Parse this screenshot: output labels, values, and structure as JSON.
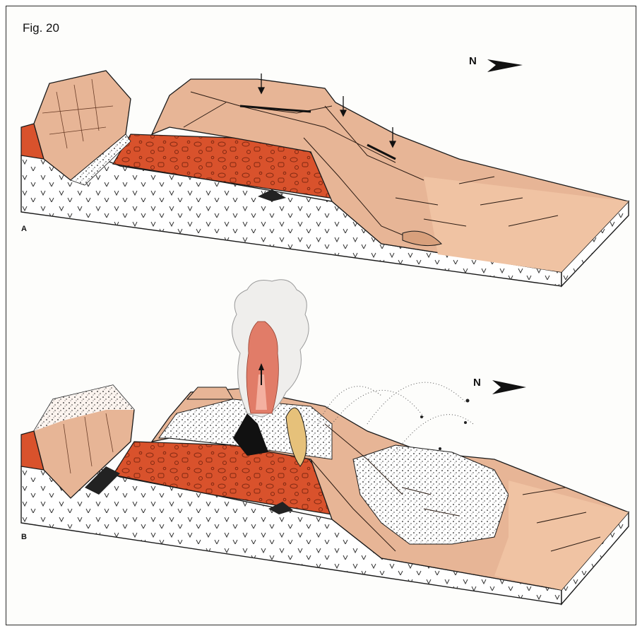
{
  "figure": {
    "title": "Fig. 20",
    "panel_a": {
      "label": "A",
      "north": "N"
    },
    "panel_b": {
      "label": "B",
      "north": "N"
    }
  },
  "colors": {
    "frame": "#2a2a2a",
    "tan_rock": "#e7b596",
    "tan_shade": "#d8a07c",
    "light_tan": "#f1c6a8",
    "red_layer": "#d9522c",
    "bedrock_white": "#ffffff",
    "ink": "#1a1a1a",
    "eruption_cloud": "#efeeec",
    "eruption_red": "#e0705a"
  },
  "icons": [
    "north-arrow-icon",
    "down-arrow-icon",
    "eruption-plume-icon"
  ]
}
